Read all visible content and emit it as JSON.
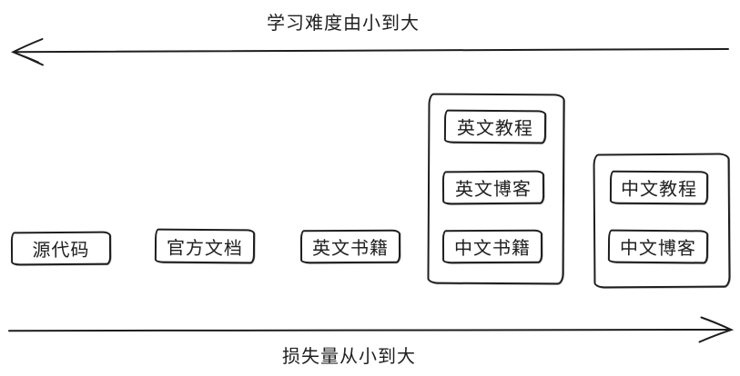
{
  "diagram": {
    "background": "#ffffff",
    "stroke_color": "#1d1d1d",
    "top_axis": {
      "label": "学习难度由小到大",
      "direction": "left"
    },
    "bottom_axis": {
      "label": "损失量从小到大",
      "direction": "right"
    },
    "standalone_boxes": [
      {
        "label": "源代码"
      },
      {
        "label": "官方文档"
      },
      {
        "label": "英文书籍"
      }
    ],
    "groups": [
      {
        "items": [
          {
            "label": "英文教程"
          },
          {
            "label": "英文博客"
          },
          {
            "label": "中文书籍"
          }
        ]
      },
      {
        "items": [
          {
            "label": "中文教程"
          },
          {
            "label": "中文博客"
          }
        ]
      }
    ]
  }
}
